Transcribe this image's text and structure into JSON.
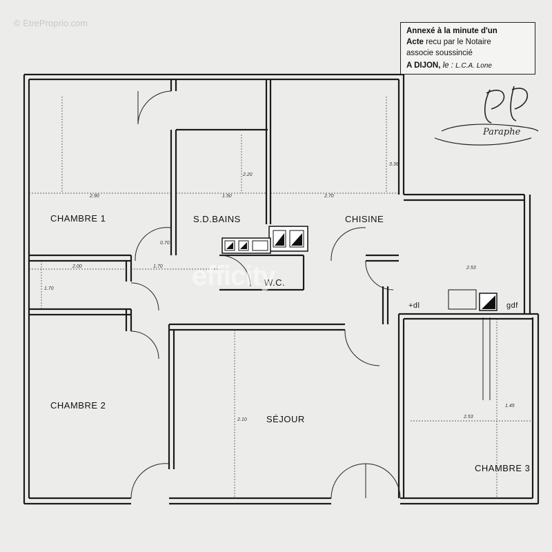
{
  "watermark": {
    "top": "© EtreProprio.com",
    "center": "efficity"
  },
  "notary": {
    "line1": "Annexé à la minute d'un",
    "line2_bold": "Acte",
    "line2_rest": " recu par le Notaire",
    "line3": "associe soussincié",
    "line4_city": "A DIJON,",
    "line4_le": " le : ",
    "line4_sig": "L.C.A. Lone",
    "paraphe": "Paraphe"
  },
  "rooms": {
    "chambre1": "CHAMBRE 1",
    "sdbains": "S.D.BAINS",
    "cuisine": "CHISINE",
    "wc": "W.C.",
    "chambre2": "CHAMBRE 2",
    "sejour": "SÉJOUR",
    "chambre3": "CHAMBRE 3"
  },
  "fixtures": {
    "dl": "+dl",
    "gdf": "gdf"
  },
  "dimensions": {
    "ch1_width": "2.90",
    "sdb_width": "1.50",
    "cuisine_width": "2.70",
    "corridor_width": "1.70",
    "corridor_left": "2.00",
    "corridor_height": "1.70",
    "ch3_width": "2.53",
    "ch3_height": "1.45",
    "ch3_top": "2.53",
    "sejour_height": "2.10",
    "door_label": "0.70",
    "kitchen_h": "3.36",
    "sdb_h": "2.20"
  }
}
